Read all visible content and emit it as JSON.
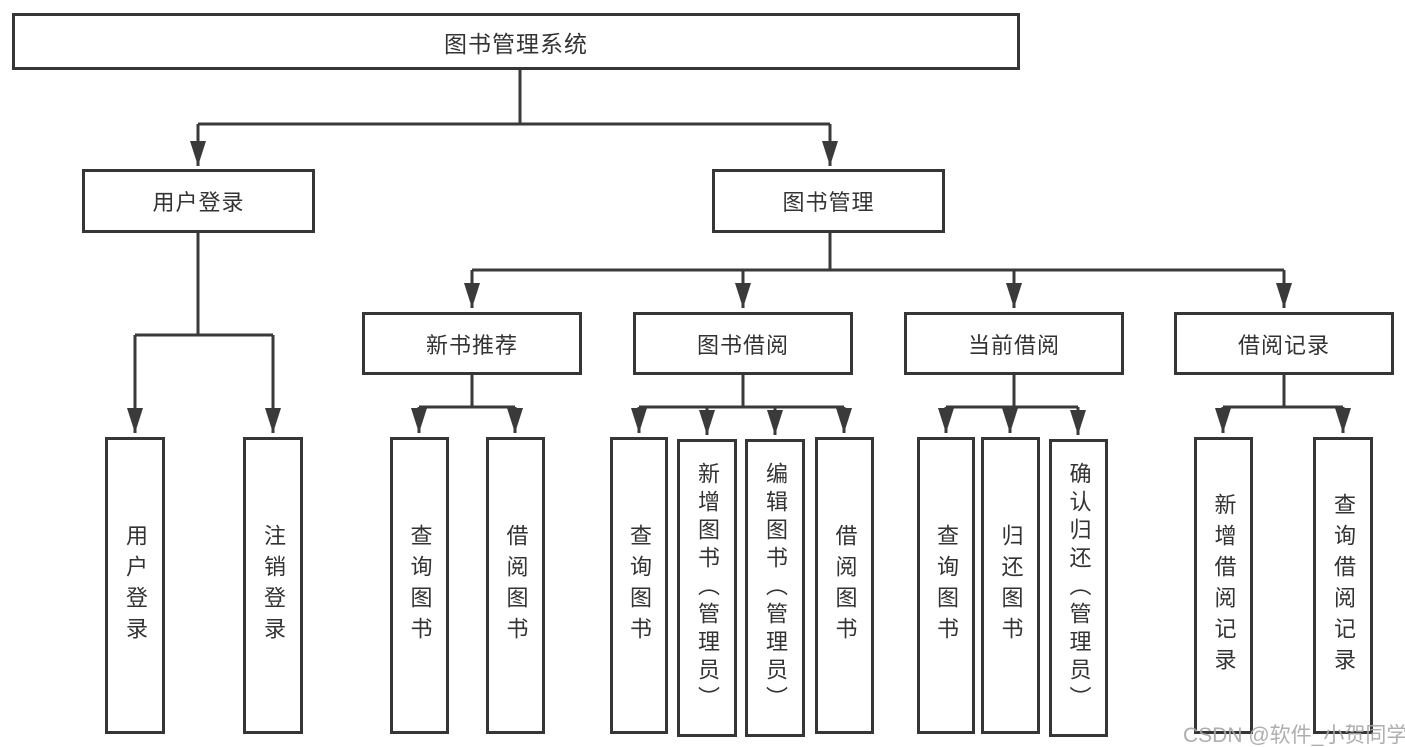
{
  "diagram_title": "图书管理系统",
  "colors": {
    "line": "#3a3a3a",
    "box_border": "#363636",
    "text": "#333333",
    "background": "#ffffff",
    "watermark": "#a8a8a8"
  },
  "watermark": {
    "text": "CSDN @软件_小贺同学"
  },
  "tree": {
    "label": "图书管理系统",
    "children": [
      {
        "label": "用户登录",
        "children": [
          {
            "label": "用户登录"
          },
          {
            "label": "注销登录"
          }
        ]
      },
      {
        "label": "图书管理",
        "children": [
          {
            "label": "新书推荐",
            "children": [
              {
                "label": "查询图书"
              },
              {
                "label": "借阅图书"
              }
            ]
          },
          {
            "label": "图书借阅",
            "children": [
              {
                "label": "查询图书"
              },
              {
                "label": "新增图书（管理员）"
              },
              {
                "label": "编辑图书（管理员）"
              },
              {
                "label": "借阅图书"
              }
            ]
          },
          {
            "label": "当前借阅",
            "children": [
              {
                "label": "查询图书"
              },
              {
                "label": "归还图书"
              },
              {
                "label": "确认归还（管理员）"
              }
            ]
          },
          {
            "label": "借阅记录",
            "children": [
              {
                "label": "新增借阅记录"
              },
              {
                "label": "查询借阅记录"
              }
            ]
          }
        ]
      }
    ]
  }
}
